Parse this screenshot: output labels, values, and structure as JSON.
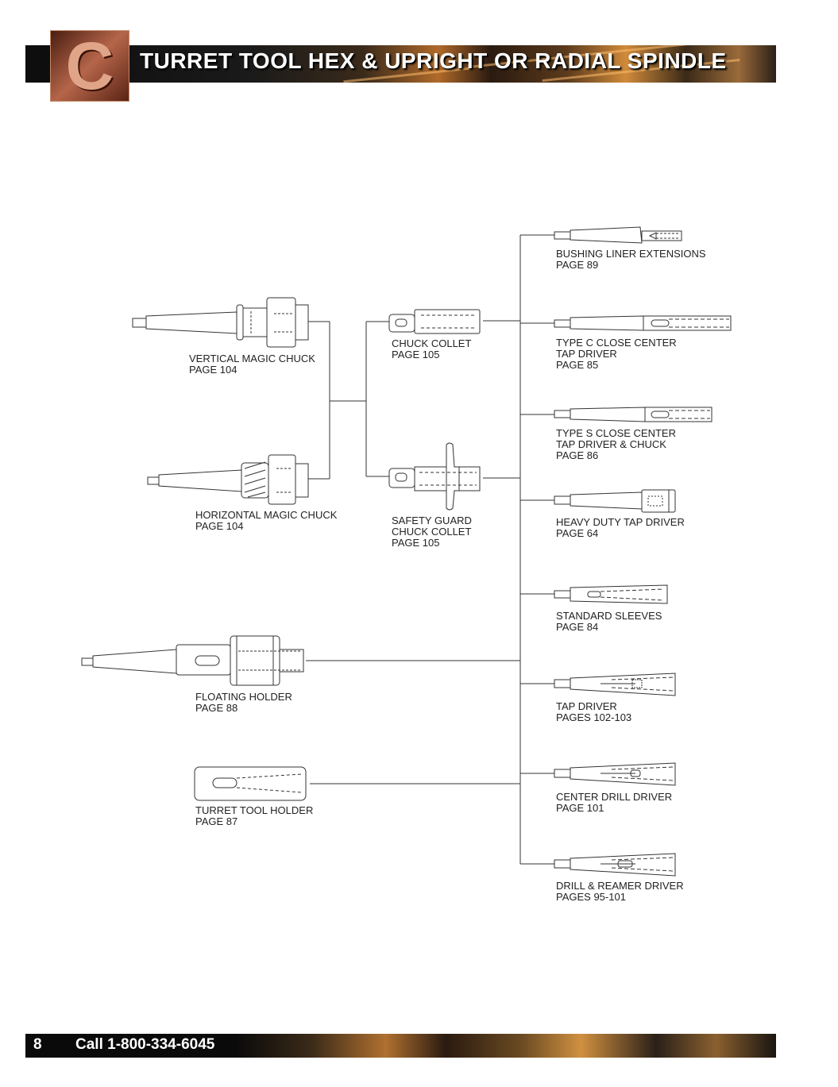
{
  "header": {
    "logo_letter": "C",
    "title": "TURRET TOOL HEX & UPRIGHT OR RADIAL SPINDLE"
  },
  "footer": {
    "page_number": "8",
    "phone": "Call 1-800-334-6045"
  },
  "left_tools": [
    {
      "id": "vertical-magic-chuck",
      "name": "VERTICAL MAGIC CHUCK",
      "page": "PAGE 104"
    },
    {
      "id": "horizontal-magic-chuck",
      "name": "HORIZONTAL MAGIC CHUCK",
      "page": "PAGE 104"
    },
    {
      "id": "floating-holder",
      "name": "FLOATING HOLDER",
      "page": "PAGE 88"
    },
    {
      "id": "turret-tool-holder",
      "name": "TURRET TOOL HOLDER",
      "page": "PAGE 87"
    }
  ],
  "middle_tools": [
    {
      "id": "chuck-collet",
      "lines": [
        "CHUCK COLLET"
      ],
      "page": "PAGE 105"
    },
    {
      "id": "safety-guard-chuck-collet",
      "lines": [
        "SAFETY GUARD",
        "CHUCK COLLET"
      ],
      "page": "PAGE 105"
    }
  ],
  "right_tools": [
    {
      "id": "bushing-liner-extensions",
      "lines": [
        "BUSHING LINER EXTENSIONS"
      ],
      "page": "PAGE 89"
    },
    {
      "id": "type-c-close-center-tap-driver",
      "lines": [
        "TYPE C CLOSE CENTER",
        "TAP DRIVER"
      ],
      "page": "PAGE 85"
    },
    {
      "id": "type-s-close-center-tap-driver-chuck",
      "lines": [
        "TYPE S CLOSE CENTER",
        "TAP DRIVER & CHUCK"
      ],
      "page": "PAGE 86"
    },
    {
      "id": "heavy-duty-tap-driver",
      "lines": [
        "HEAVY DUTY TAP DRIVER"
      ],
      "page": "PAGE 64"
    },
    {
      "id": "standard-sleeves",
      "lines": [
        "STANDARD SLEEVES"
      ],
      "page": "PAGE 84"
    },
    {
      "id": "tap-driver",
      "lines": [
        "TAP DRIVER"
      ],
      "page": "PAGES 102-103"
    },
    {
      "id": "center-drill-driver",
      "lines": [
        "CENTER DRILL DRIVER"
      ],
      "page": "PAGE 101"
    },
    {
      "id": "drill-reamer-driver",
      "lines": [
        "DRILL & REAMER DRIVER"
      ],
      "page": "PAGES 95-101"
    }
  ],
  "colors": {
    "line": "#333333",
    "label": "#222222",
    "title": "#ffffff",
    "logo": "#b5654a"
  }
}
